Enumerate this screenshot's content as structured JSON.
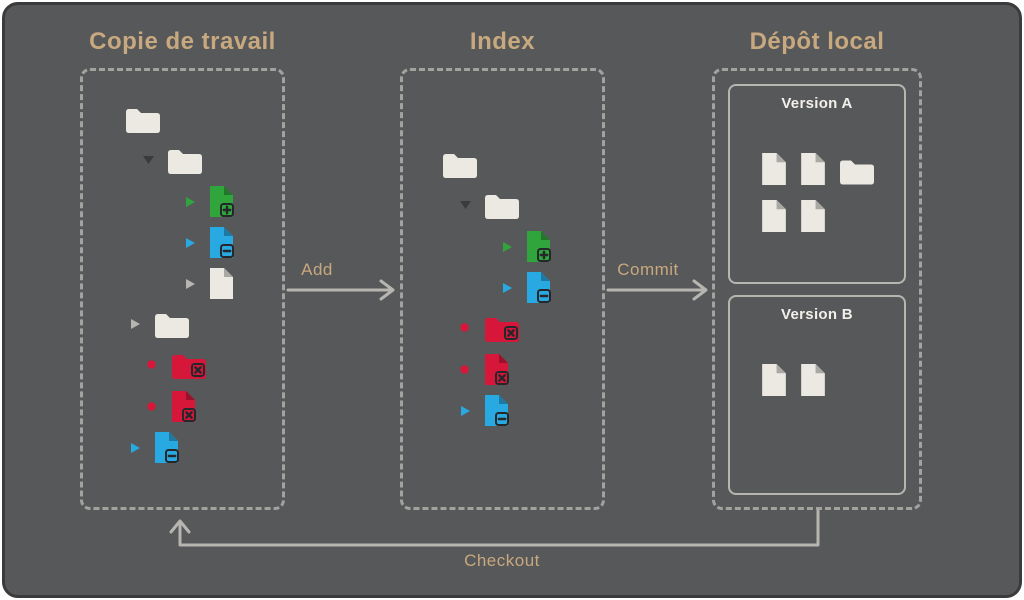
{
  "palette": {
    "background": "#57585a",
    "card_border": "#3a3b3d",
    "heading": "#c8a87e",
    "arrow": "#b7b5b0",
    "dashed_border": "#a3a29f",
    "version_border": "#b7b5b0",
    "version_label": "#f2f0ea",
    "icon_cream": "#ebe9e1",
    "icon_green": "#2fa53c",
    "icon_blue": "#29a9e1",
    "icon_red": "#d6173a",
    "marker_dark": "#3a3b3d",
    "marker_gray": "#b7b5b0",
    "badge_symbol": "#26272a"
  },
  "headers": {
    "working_copy": "Copie de travail",
    "index": "Index",
    "local_repo": "Dépôt local"
  },
  "arrows": {
    "add": "Add",
    "commit": "Commit",
    "checkout": "Checkout"
  },
  "working_copy_tree": [
    {
      "kind": "folder",
      "color": "cream",
      "badge": null,
      "marker": null,
      "indent": 0
    },
    {
      "kind": "folder",
      "color": "cream",
      "badge": null,
      "marker": "collapse-dark",
      "indent": 1
    },
    {
      "kind": "file",
      "color": "green",
      "badge": "plus",
      "marker": "tri-green",
      "indent": 2
    },
    {
      "kind": "file",
      "color": "blue",
      "badge": "minus",
      "marker": "tri-blue",
      "indent": 2
    },
    {
      "kind": "file",
      "color": "cream",
      "badge": null,
      "marker": "tri-gray",
      "indent": 2
    },
    {
      "kind": "folder",
      "color": "cream",
      "badge": null,
      "marker": "tri-gray",
      "indent": 0.7
    },
    {
      "kind": "folder",
      "color": "red",
      "badge": "cross",
      "marker": "dot-red",
      "indent": 1.1
    },
    {
      "kind": "file",
      "color": "red",
      "badge": "cross",
      "marker": "dot-red",
      "indent": 1.1
    },
    {
      "kind": "file",
      "color": "blue",
      "badge": "minus",
      "marker": "tri-blue",
      "indent": 0.7
    }
  ],
  "index_tree": [
    {
      "kind": "folder",
      "color": "cream",
      "badge": null,
      "marker": null,
      "indent": 0
    },
    {
      "kind": "folder",
      "color": "cream",
      "badge": null,
      "marker": "collapse-dark",
      "indent": 1
    },
    {
      "kind": "file",
      "color": "green",
      "badge": "plus",
      "marker": "tri-green",
      "indent": 2
    },
    {
      "kind": "file",
      "color": "blue",
      "badge": "minus",
      "marker": "tri-blue",
      "indent": 2
    },
    {
      "kind": "folder",
      "color": "red",
      "badge": "cross",
      "marker": "dot-red",
      "indent": 1
    },
    {
      "kind": "file",
      "color": "red",
      "badge": "cross",
      "marker": "dot-red",
      "indent": 1
    },
    {
      "kind": "file",
      "color": "blue",
      "badge": "minus",
      "marker": "tri-blue",
      "indent": 1
    }
  ],
  "local_repo": {
    "versions": [
      {
        "label": "Version A",
        "rows": [
          [
            "file",
            "file",
            "folder"
          ],
          [
            "file",
            "file"
          ]
        ]
      },
      {
        "label": "Version B",
        "rows": [
          [
            "file",
            "file"
          ]
        ]
      }
    ]
  }
}
